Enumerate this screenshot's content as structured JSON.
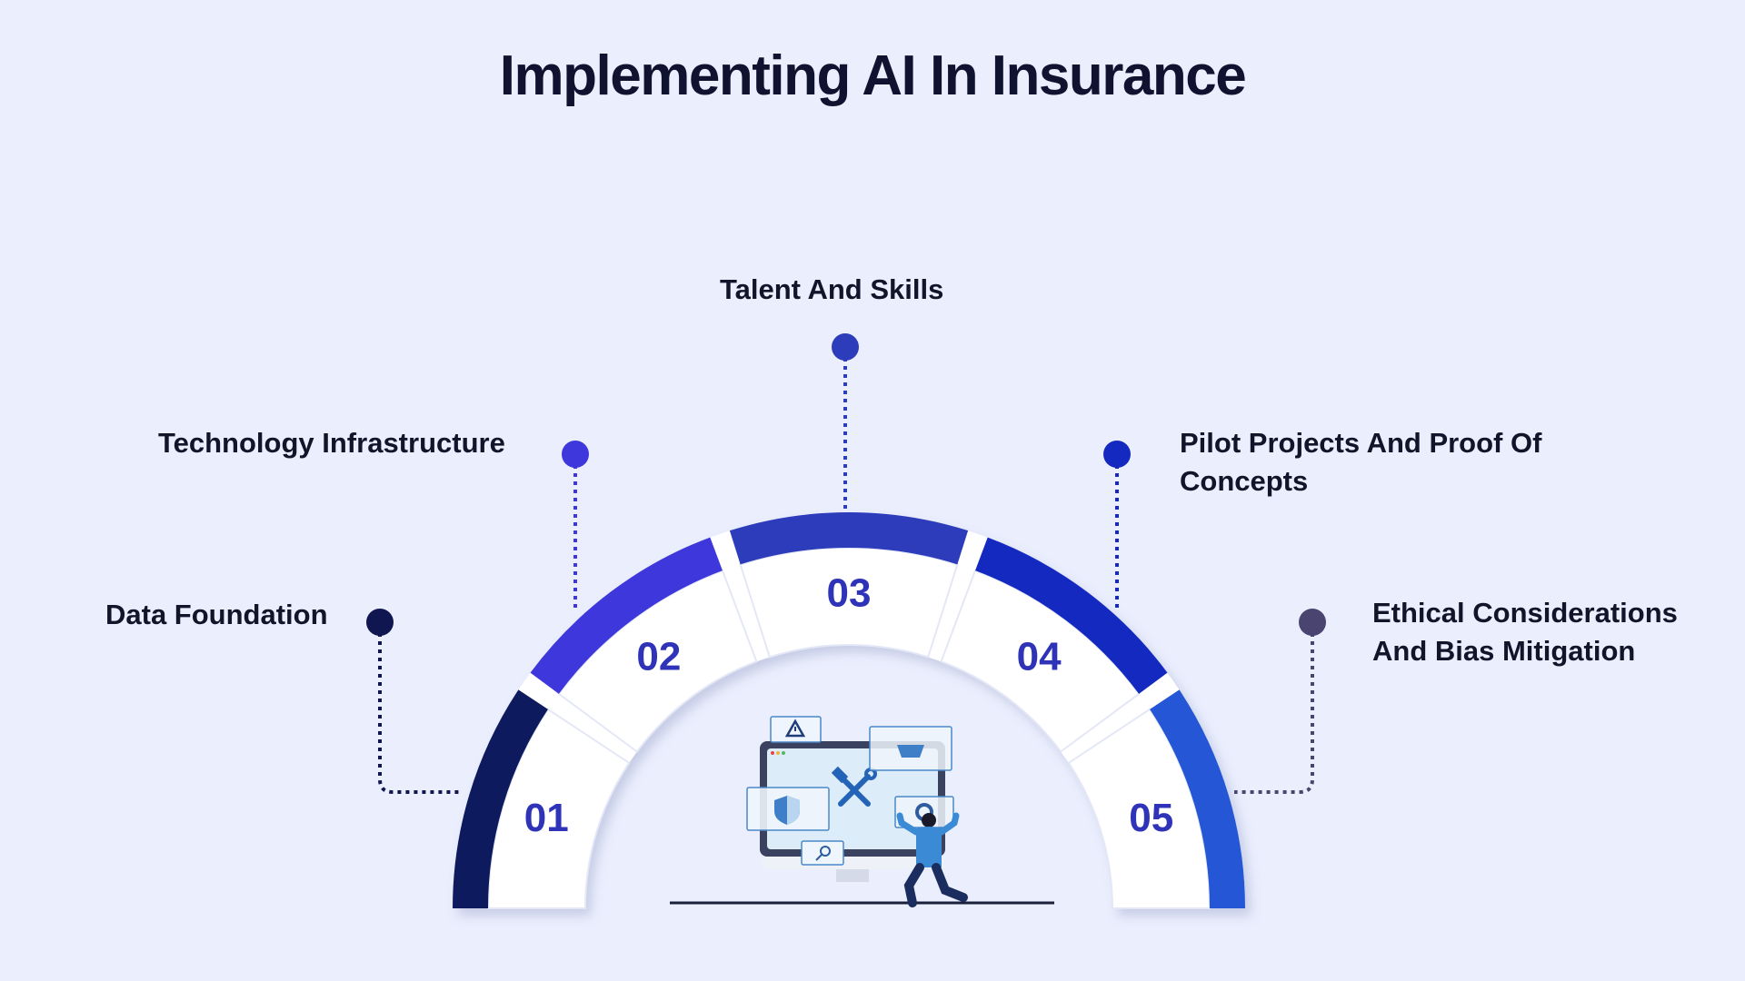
{
  "title": "Implementing AI In Insurance",
  "steps": [
    {
      "number": "01",
      "label_lines": [
        "Data Foundation"
      ],
      "color": "#0d1a5e"
    },
    {
      "number": "02",
      "label_lines": [
        "Technology Infrastructure"
      ],
      "color": "#3d37dc"
    },
    {
      "number": "03",
      "label_lines": [
        "Talent And Skills"
      ],
      "color": "#2d3cba"
    },
    {
      "number": "04",
      "label_lines": [
        "Pilot Projects And Proof Of",
        "Concepts"
      ],
      "color": "#1429c0"
    },
    {
      "number": "05",
      "label_lines": [
        "Ethical Considerations",
        "And Bias Mitigation"
      ],
      "color": "#2456d6"
    }
  ],
  "colors": {
    "background": "#eaeefd",
    "number_text": "#2f33b8",
    "dot_01": "#0f1650",
    "dot_05": "#4a4470"
  }
}
